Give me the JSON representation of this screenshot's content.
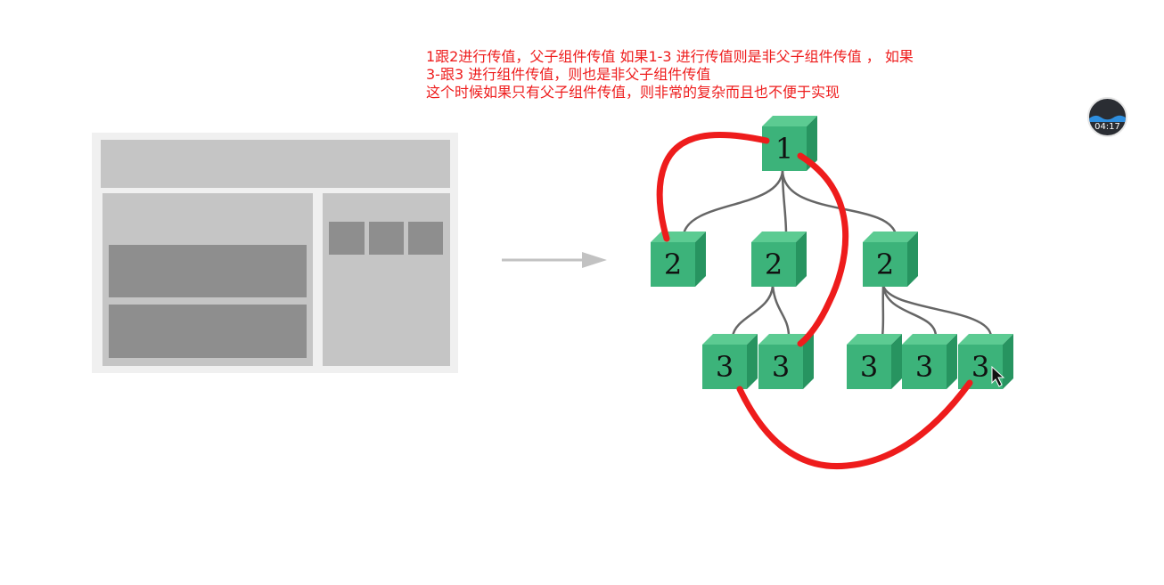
{
  "annotation": {
    "line1": "1跟2进行传值，父子组件传值  如果1-3 进行传值则是非父子组件传值 ， 如果",
    "line2": "3-跟3 进行组件传值，则也是非父子组件传值",
    "line3": "这个时候如果只有父子组件传值，则非常的复杂而且也不便于实现"
  },
  "tree": {
    "root": "1",
    "level2": [
      "2",
      "2",
      "2"
    ],
    "level3": [
      "3",
      "3",
      "3",
      "3",
      "3"
    ]
  },
  "colors": {
    "cube_front": "#3cb37a",
    "cube_top": "#5ccb92",
    "cube_side": "#279460",
    "highlight_path": "#ee1c1c",
    "tree_line": "#666666",
    "layout_light": "#c5c5c5",
    "layout_dark": "#8e8e8e"
  },
  "timer": {
    "time": "04:17"
  }
}
